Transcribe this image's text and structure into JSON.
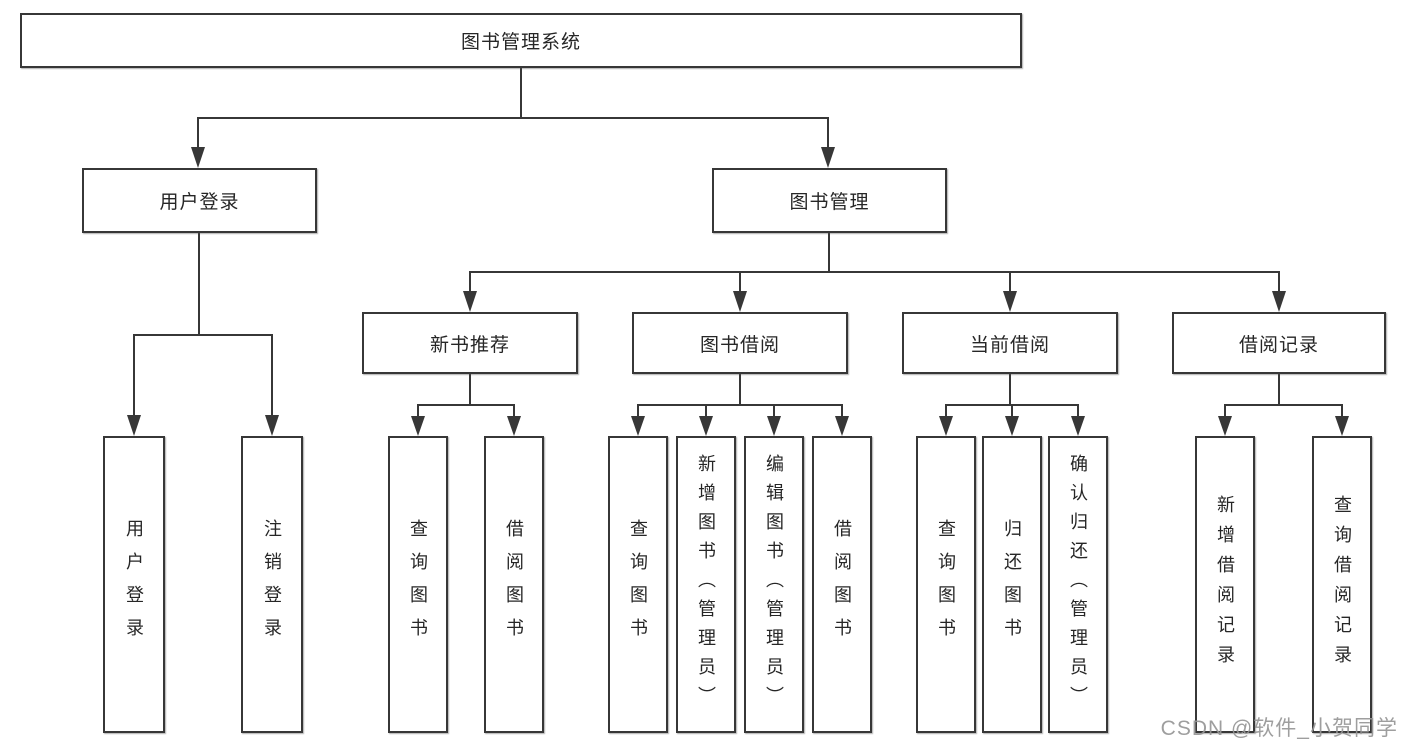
{
  "tree": {
    "label": "图书管理系统",
    "children": [
      {
        "label": "用户登录",
        "children": [
          {
            "label": "用户登录"
          },
          {
            "label": "注销登录"
          }
        ]
      },
      {
        "label": "图书管理",
        "children": [
          {
            "label": "新书推荐",
            "children": [
              {
                "label": "查询图书"
              },
              {
                "label": "借阅图书"
              }
            ]
          },
          {
            "label": "图书借阅",
            "children": [
              {
                "label": "查询图书"
              },
              {
                "label": "新增图书（管理员）"
              },
              {
                "label": "编辑图书（管理员）"
              },
              {
                "label": "借阅图书"
              }
            ]
          },
          {
            "label": "当前借阅",
            "children": [
              {
                "label": "查询图书"
              },
              {
                "label": "归还图书"
              },
              {
                "label": "确认归还（管理员）"
              }
            ]
          },
          {
            "label": "借阅记录",
            "children": [
              {
                "label": "新增借阅记录"
              },
              {
                "label": "查询借阅记录"
              }
            ]
          }
        ]
      }
    ]
  },
  "watermark": {
    "text": "CSDN @软件_小贺同学"
  },
  "colors": {
    "line": "#373737",
    "text": "#262626",
    "watermark": "#969696",
    "background": "#ffffff"
  }
}
